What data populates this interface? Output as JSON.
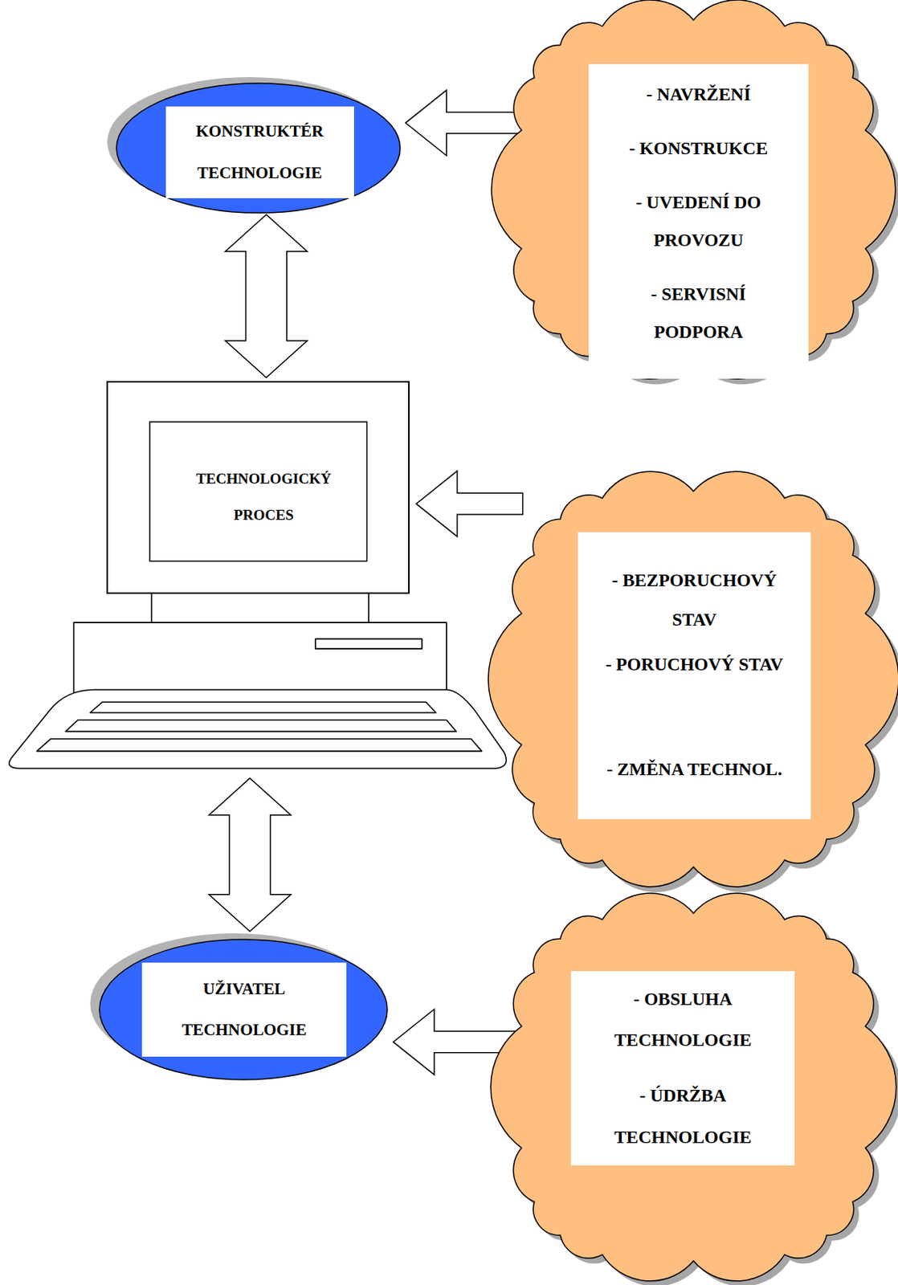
{
  "diagram": {
    "nodes": [
      {
        "text": [
          "KONSTRUKTÉR TECHNOLOGIE"
        ]
      },
      {
        "text": [
          "- NAVRŽENÍ",
          "- KONSTRUKCE",
          "- UVEDENÍ DO PROVOZU",
          "- SERVISNÍ PODPORA"
        ]
      },
      {
        "text": [
          "TECHNOLOGICKÝ PROCES"
        ]
      },
      {
        "text": [
          "- BEZPORUCHOVÝ STAV",
          "- PORUCHOVÝ STAV",
          "- ZMĚNA TECHNOL."
        ]
      },
      {
        "text": [
          "UŽIVATEL TECHNOLOGIE"
        ]
      },
      {
        "text": [
          "- OBSLUHA TECHNOLOGIE",
          "- ÚDRŽBA TECHNOLOGIE"
        ]
      }
    ],
    "edges": [
      {
        "from": 1,
        "to": 0,
        "arrow": "to"
      },
      {
        "from": 0,
        "to": 2,
        "arrow": "both"
      },
      {
        "from": 3,
        "to": 2,
        "arrow": "to"
      },
      {
        "from": 2,
        "to": 4,
        "arrow": "both"
      },
      {
        "from": 5,
        "to": 4,
        "arrow": "to"
      }
    ]
  }
}
